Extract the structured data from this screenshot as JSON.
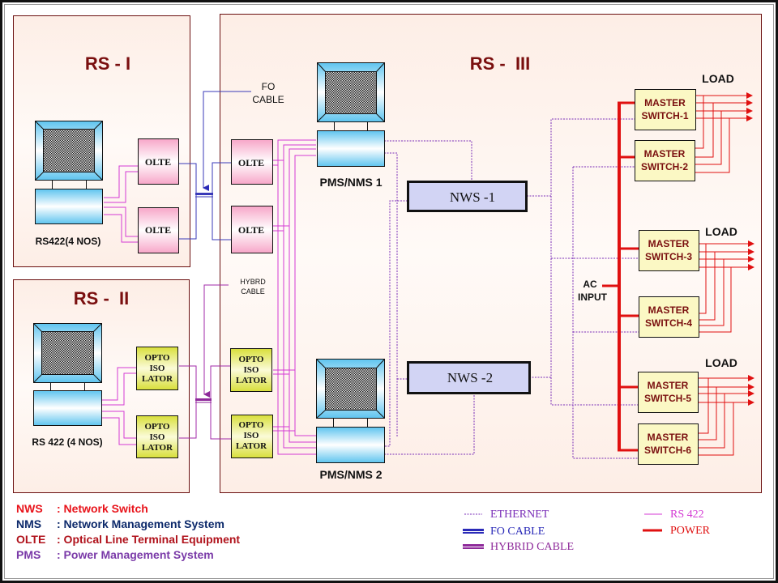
{
  "regions": {
    "rs1": {
      "title": "RS - I",
      "terminal_label": "RS422(4 NOS)"
    },
    "rs2": {
      "title": "RS -  II",
      "terminal_label": "RS 422 (4 NOS)"
    },
    "rs3": {
      "title": "RS -  III"
    }
  },
  "devices": {
    "olte_label": "OLTE",
    "opto_lines": [
      "OPTO",
      "ISO",
      "LATOR"
    ],
    "pms1": "PMS/NMS 1",
    "pms2": "PMS/NMS 2",
    "nws1": "NWS -1",
    "nws2": "NWS -2",
    "master_word": "MASTER",
    "switches": [
      "SWITCH-1",
      "SWITCH-2",
      "SWITCH-3",
      "SWITCH-4",
      "SWITCH-5",
      "SWITCH-6"
    ],
    "load": "LOAD",
    "ac_input": [
      "AC",
      "INPUT"
    ]
  },
  "callouts": {
    "fo_cable": [
      "FO",
      "CABLE"
    ],
    "hybrid_cable": [
      "HYBRD",
      "CABLE"
    ]
  },
  "abbreviations": [
    {
      "abbr": "NWS",
      "desc": ": Network Switch",
      "color": "#e8141b"
    },
    {
      "abbr": "NMS",
      "desc": ": Network Management System",
      "color": "#0d2a6b"
    },
    {
      "abbr": "OLTE",
      "desc": ": Optical Line Terminal Equipment",
      "color": "#b0121b"
    },
    {
      "abbr": "PMS",
      "desc": ": Power Management System",
      "color": "#7a3aa8"
    }
  ],
  "legend": [
    {
      "label": "ETHERNET",
      "type": "dashed",
      "color": "#7b2fb8"
    },
    {
      "label": "FO CABLE",
      "type": "double",
      "color": "#2a2ab8"
    },
    {
      "label": "HYBRID CABLE",
      "type": "double",
      "color": "#8e2a9a"
    },
    {
      "label": "RS 422",
      "type": "thin",
      "color": "#d43ad4"
    },
    {
      "label": "POWER",
      "type": "thick",
      "color": "#e01010"
    }
  ],
  "colors": {
    "region_border": "#6b1010",
    "region_fill": "#fdf1ec",
    "title": "#7a0f0f",
    "ethernet": "#7b2fb8",
    "rs422": "#d43ad4",
    "fo": "#3a3ab8",
    "hybrid": "#8e2a9a",
    "power": "#e01010",
    "switch_text": "#7a0f0f"
  }
}
